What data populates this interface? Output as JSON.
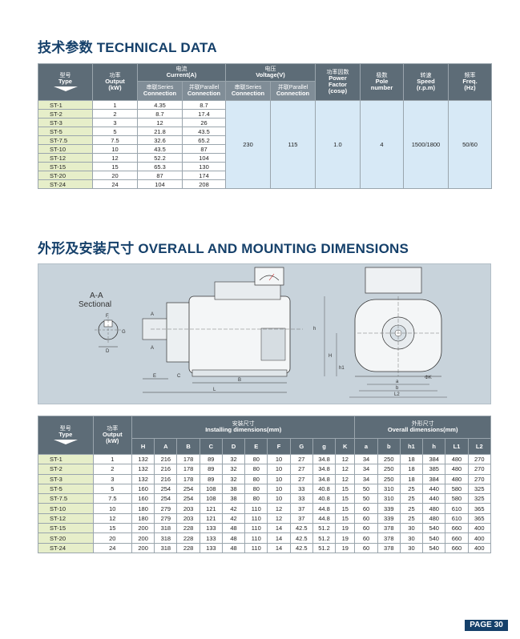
{
  "tech_title": "技术参数 TECHNICAL DATA",
  "dims_title": "外形及安装尺寸 OVERALL AND MOUNTING DIMENSIONS",
  "tech_headers": {
    "type_cn": "型号",
    "type_en": "Type",
    "output_cn": "功率",
    "output_en1": "Output",
    "output_en2": "(kW)",
    "current_cn": "电流",
    "current_en": "Current(A)",
    "series_cn": "串联Series",
    "series_en": "Connection",
    "parallel_cn": "并联Parallel",
    "parallel_en": "Connection",
    "voltage_cn": "电压",
    "voltage_en": "Voltage(V)",
    "pf_cn": "功率因数",
    "pf_en1": "Power",
    "pf_en2": "Factor",
    "pf_en3": "(cosφ)",
    "pole_cn": "极数",
    "pole_en1": "Pole",
    "pole_en2": "number",
    "speed_cn": "转速",
    "speed_en1": "Speed",
    "speed_en2": "(r.p.m)",
    "freq_cn": "频率",
    "freq_en1": "Freq.",
    "freq_en2": "(Hz)"
  },
  "tech_rows": [
    {
      "type": "ST-1",
      "output": "1",
      "cur_series": "4.35",
      "cur_parallel": "8.7"
    },
    {
      "type": "ST-2",
      "output": "2",
      "cur_series": "8.7",
      "cur_parallel": "17.4"
    },
    {
      "type": "ST-3",
      "output": "3",
      "cur_series": "12",
      "cur_parallel": "26"
    },
    {
      "type": "ST-5",
      "output": "5",
      "cur_series": "21.8",
      "cur_parallel": "43.5"
    },
    {
      "type": "ST-7.5",
      "output": "7.5",
      "cur_series": "32.6",
      "cur_parallel": "65.2"
    },
    {
      "type": "ST-10",
      "output": "10",
      "cur_series": "43.5",
      "cur_parallel": "87"
    },
    {
      "type": "ST-12",
      "output": "12",
      "cur_series": "52.2",
      "cur_parallel": "104"
    },
    {
      "type": "ST-15",
      "output": "15",
      "cur_series": "65.3",
      "cur_parallel": "130"
    },
    {
      "type": "ST-20",
      "output": "20",
      "cur_series": "87",
      "cur_parallel": "174"
    },
    {
      "type": "ST-24",
      "output": "24",
      "cur_series": "104",
      "cur_parallel": "208"
    }
  ],
  "tech_merged": {
    "volt_series": "230",
    "volt_parallel": "115",
    "power_factor": "1.0",
    "poles": "4",
    "speed": "1500/1800",
    "freq": "50/60"
  },
  "drawing_labels": {
    "section_line1": "A-A",
    "section_line2": "Sectional",
    "F": "F",
    "G": "G",
    "D": "D",
    "A": "A",
    "E": "E",
    "C": "C",
    "B": "B",
    "L": "L",
    "h": "h",
    "H": "H",
    "h1": "h1",
    "a": "a",
    "b": "b",
    "L2": "L2",
    "K": "ΦK"
  },
  "dims_headers": {
    "type_cn": "型号",
    "type_en": "Type",
    "output_cn": "功率",
    "output_en1": "Output",
    "output_en2": "(kW)",
    "install_cn": "安装尺寸",
    "install_en": "Installing dimensions(mm)",
    "overall_cn": "外形尺寸",
    "overall_en": "Overall dimensions(mm)",
    "cols": [
      "H",
      "A",
      "B",
      "C",
      "D",
      "E",
      "F",
      "G",
      "g",
      "K",
      "a",
      "b",
      "h1",
      "h",
      "L1",
      "L2"
    ]
  },
  "dims_rows": [
    {
      "type": "ST-1",
      "output": "1",
      "vals": [
        "132",
        "216",
        "178",
        "89",
        "32",
        "80",
        "10",
        "27",
        "34.8",
        "12",
        "34",
        "250",
        "18",
        "384",
        "480",
        "270"
      ]
    },
    {
      "type": "ST-2",
      "output": "2",
      "vals": [
        "132",
        "216",
        "178",
        "89",
        "32",
        "80",
        "10",
        "27",
        "34.8",
        "12",
        "34",
        "250",
        "18",
        "385",
        "480",
        "270"
      ]
    },
    {
      "type": "ST-3",
      "output": "3",
      "vals": [
        "132",
        "216",
        "178",
        "89",
        "32",
        "80",
        "10",
        "27",
        "34.8",
        "12",
        "34",
        "250",
        "18",
        "384",
        "480",
        "270"
      ]
    },
    {
      "type": "ST-5",
      "output": "5",
      "vals": [
        "160",
        "254",
        "254",
        "108",
        "38",
        "80",
        "10",
        "33",
        "40.8",
        "15",
        "50",
        "310",
        "25",
        "440",
        "580",
        "325"
      ]
    },
    {
      "type": "ST-7.5",
      "output": "7.5",
      "vals": [
        "160",
        "254",
        "254",
        "108",
        "38",
        "80",
        "10",
        "33",
        "40.8",
        "15",
        "50",
        "310",
        "25",
        "440",
        "580",
        "325"
      ]
    },
    {
      "type": "ST-10",
      "output": "10",
      "vals": [
        "180",
        "279",
        "203",
        "121",
        "42",
        "110",
        "12",
        "37",
        "44.8",
        "15",
        "60",
        "339",
        "25",
        "480",
        "610",
        "365"
      ]
    },
    {
      "type": "ST-12",
      "output": "12",
      "vals": [
        "180",
        "279",
        "203",
        "121",
        "42",
        "110",
        "12",
        "37",
        "44.8",
        "15",
        "60",
        "339",
        "25",
        "480",
        "610",
        "365"
      ]
    },
    {
      "type": "ST-15",
      "output": "15",
      "vals": [
        "200",
        "318",
        "228",
        "133",
        "48",
        "110",
        "14",
        "42.5",
        "51.2",
        "19",
        "60",
        "378",
        "30",
        "540",
        "660",
        "400"
      ]
    },
    {
      "type": "ST-20",
      "output": "20",
      "vals": [
        "200",
        "318",
        "228",
        "133",
        "48",
        "110",
        "14",
        "42.5",
        "51.2",
        "19",
        "60",
        "378",
        "30",
        "540",
        "660",
        "400"
      ]
    },
    {
      "type": "ST-24",
      "output": "24",
      "vals": [
        "200",
        "318",
        "228",
        "133",
        "48",
        "110",
        "14",
        "42.5",
        "51.2",
        "19",
        "60",
        "378",
        "30",
        "540",
        "660",
        "400"
      ]
    }
  ],
  "page_badge": "PAGE 30"
}
